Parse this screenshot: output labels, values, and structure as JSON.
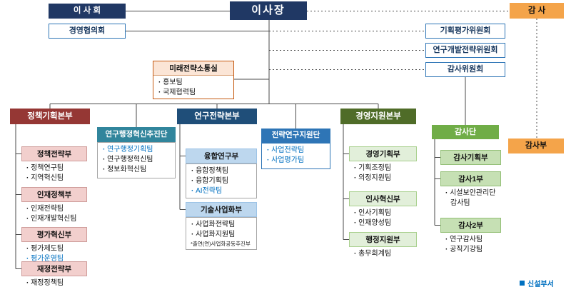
{
  "colors": {
    "navy": "#203864",
    "outline_blue": "#2E75B6",
    "outline_text": "#17375E",
    "orange": "#F4A44A",
    "dark_red": "#953734",
    "teal": "#31859C",
    "dark_blue": "#1F4E79",
    "medium_blue": "#2E75B6",
    "dark_green": "#4F6C28",
    "green": "#70AD47",
    "pink": "#F2CFCD",
    "light_blue": "#BDD7EE",
    "pale_green": "#E2EFDA",
    "mid_green": "#C6E0B4",
    "peach": "#FBE5D6",
    "new_blue": "#0070C0"
  },
  "top": {
    "board": "이 사 회",
    "chairman": "이사장",
    "auditor": "감 사",
    "council": "경영협의회",
    "committees": [
      "기획평가위원회",
      "연구개발전략위원회",
      "감사위원회"
    ]
  },
  "future_office": {
    "name": "미래전략소통실",
    "teams": [
      {
        "label": "홍보팀"
      },
      {
        "label": "국제협력팀"
      }
    ]
  },
  "policy_division": {
    "name": "정책기획본부",
    "departments": [
      {
        "name": "정책전략부",
        "teams": [
          {
            "label": "정책연구팀"
          },
          {
            "label": "지역혁신팀"
          }
        ]
      },
      {
        "name": "인재정책부",
        "teams": [
          {
            "label": "인재전략팀"
          },
          {
            "label": "인재개발혁신팀"
          }
        ]
      },
      {
        "name": "평가혁신부",
        "teams": [
          {
            "label": "평가제도팀"
          },
          {
            "label": "평가운영팀",
            "new": true
          }
        ]
      },
      {
        "name": "재정전략부",
        "teams": [
          {
            "label": "재정정책팀"
          }
        ]
      }
    ]
  },
  "research_admin_group": {
    "name": "연구행정혁신추진단",
    "teams": [
      {
        "label": "연구행정기획팀",
        "new": true
      },
      {
        "label": "연구행정혁신팀"
      },
      {
        "label": "정보화혁신팀"
      }
    ]
  },
  "research_division": {
    "name": "연구전략본부",
    "departments": [
      {
        "name": "융합연구부",
        "teams": [
          {
            "label": "융합정책팀"
          },
          {
            "label": "융합기획팀"
          },
          {
            "label": "AI전략팀",
            "new": true
          }
        ]
      },
      {
        "name": "기술사업화부",
        "teams": [
          {
            "label": "사업화전략팀"
          },
          {
            "label": "사업화지원팀"
          }
        ],
        "footnote": "*출연(연)사업화공동추진부"
      }
    ]
  },
  "strategy_support_group": {
    "name": "전략연구지원단",
    "teams": [
      {
        "label": "사업전략팀",
        "new": true
      },
      {
        "label": "사업평가팀",
        "new": true
      }
    ]
  },
  "management_division": {
    "name": "경영지원본부",
    "departments": [
      {
        "name": "경영기획부",
        "teams": [
          {
            "label": "기획조정팀"
          },
          {
            "label": "의정지원팀"
          }
        ]
      },
      {
        "name": "인사혁신부",
        "teams": [
          {
            "label": "인사기획팀"
          },
          {
            "label": "인재양성팀"
          }
        ]
      },
      {
        "name": "행정지원부",
        "teams": [
          {
            "label": "총무회계팀"
          }
        ]
      }
    ]
  },
  "audit_group": {
    "name": "감사단",
    "departments": [
      {
        "name": "감사기획부",
        "teams": []
      },
      {
        "name": "감사1부",
        "teams": [
          {
            "label": "시설보안관리단 감사팀"
          }
        ]
      },
      {
        "name": "감사2부",
        "teams": [
          {
            "label": "연구감사팀"
          },
          {
            "label": "공직기강팀"
          }
        ]
      }
    ]
  },
  "audit_department": {
    "name": "감사부"
  },
  "legend": {
    "marker_icon": "blue-square",
    "label": "신설부서"
  }
}
